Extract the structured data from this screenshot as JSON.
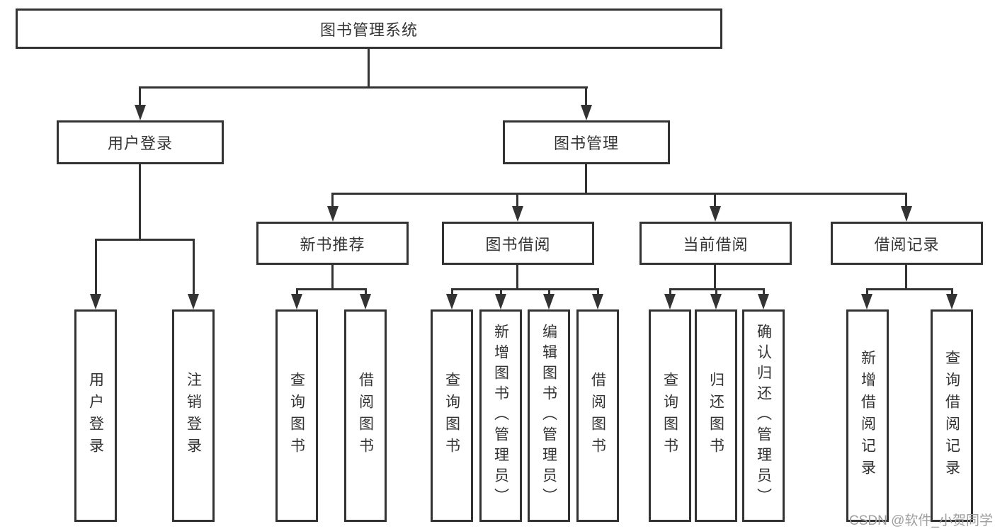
{
  "colors": {
    "line": "#333333",
    "text": "#333333",
    "background": "#ffffff",
    "watermark": "#9e9e9e"
  },
  "watermark": {
    "text": "CSDN @软件_小贺同学"
  },
  "nodes": {
    "root": "图书管理系统",
    "user_login": "用户登录",
    "book_mgmt": "图书管理",
    "new_book_rec": "新书推荐",
    "book_borrow": "图书借阅",
    "current_borrow": "当前借阅",
    "borrow_record": "借阅记录",
    "ul_login": "用户登录",
    "ul_logout": "注销登录",
    "nb_query": "查询图书",
    "nb_borrow": "借阅图书",
    "bb_query": "查询图书",
    "bb_add": "新增图书（管理员）",
    "bb_edit": "编辑图书（管理员）",
    "bb_borrow": "借阅图书",
    "cb_query": "查询图书",
    "cb_return": "归还图书",
    "cb_confirm": "确认归还（管理员）",
    "br_add": "新增借阅记录",
    "br_query": "查询借阅记录"
  },
  "hierarchy_note": {
    "root_children": [
      "用户登录",
      "图书管理"
    ],
    "用户登录_children": [
      "用户登录",
      "注销登录"
    ],
    "图书管理_children": [
      "新书推荐",
      "图书借阅",
      "当前借阅",
      "借阅记录"
    ],
    "新书推荐_children": [
      "查询图书",
      "借阅图书"
    ],
    "图书借阅_children": [
      "查询图书",
      "新增图书（管理员）",
      "编辑图书（管理员）",
      "借阅图书"
    ],
    "当前借阅_children": [
      "查询图书",
      "归还图书",
      "确认归还（管理员）"
    ],
    "借阅记录_children": [
      "新增借阅记录",
      "查询借阅记录"
    ]
  }
}
